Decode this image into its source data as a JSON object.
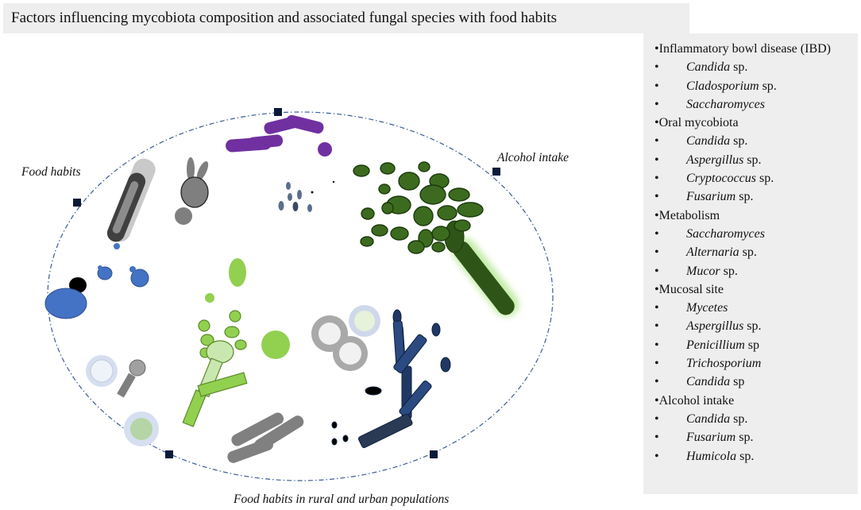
{
  "title": "Factors influencing mycobiota composition and associated fungal species with food habits",
  "labels": {
    "food_habits": "Food habits",
    "alcohol_intake": "Alcohol intake",
    "bottom": "Food habits in rural and urban populations"
  },
  "panel": {
    "bullet_category": "•",
    "bullet_item": "•",
    "categories": [
      {
        "name": "Inflammatory bowl disease (IBD)",
        "items": [
          {
            "genus": "Candida",
            "suffix": " sp."
          },
          {
            "genus": "Cladosporium",
            "suffix": " sp."
          },
          {
            "genus": "Saccharomyces",
            "suffix": ""
          }
        ]
      },
      {
        "name": "Oral mycobiota",
        "items": [
          {
            "genus": "Candida",
            "suffix": " sp."
          },
          {
            "genus": "Aspergillus",
            "suffix": " sp."
          },
          {
            "genus": "Cryptococcus",
            "suffix": " sp."
          },
          {
            "genus": "Fusarium",
            "suffix": " sp."
          }
        ]
      },
      {
        "name": "Metabolism",
        "items": [
          {
            "genus": "Saccharomyces",
            "suffix": ""
          },
          {
            "genus": "Alternaria",
            "suffix": " sp."
          },
          {
            "genus": "Mucor",
            "suffix": " sp."
          }
        ]
      },
      {
        "name": "Mucosal site",
        "items": [
          {
            "genus": "Mycetes",
            "suffix": ""
          },
          {
            "genus": "Aspergillus",
            "suffix": " sp."
          },
          {
            "genus": "Penicillium",
            "suffix": " sp"
          },
          {
            "genus": "Trichosporium",
            "suffix": ""
          },
          {
            "genus": "Candida",
            "suffix": " sp"
          }
        ]
      },
      {
        "name": "Alcohol intake",
        "items": [
          {
            "genus": "Candida",
            "suffix": " sp."
          },
          {
            "genus": "Fusarium",
            "suffix": " sp."
          },
          {
            "genus": "Humicola",
            "suffix": " sp."
          }
        ]
      }
    ]
  },
  "colors": {
    "ellipse_stroke": "#3a5c94",
    "dark_green": "#2f5418",
    "light_green": "#92d050",
    "blue": "#4472c4",
    "navy": "#1f3864",
    "purple": "#7030a0",
    "gray": "#7f7f7f",
    "dark_gray": "#404040"
  }
}
